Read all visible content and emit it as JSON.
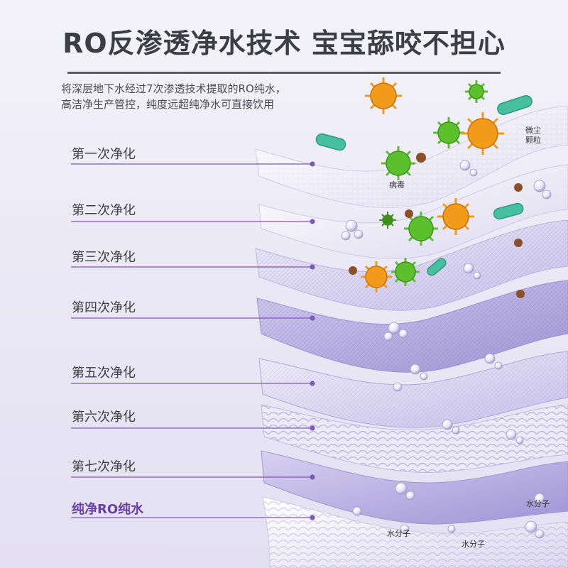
{
  "title": "RO反渗透净水技术 宝宝舔咬不担心",
  "description": [
    "将深层地下水经过7次渗透技术提取的RO纯水，",
    "高洁净生产管控，纯度远超纯净水可直接饮用"
  ],
  "stages": [
    "第一次净化",
    "第二次净化",
    "第三次净化",
    "第四次净化",
    "第五次净化",
    "第六次净化",
    "第七次净化",
    "纯净RO纯水"
  ],
  "labels": {
    "dust_line1": "微尘",
    "dust_line2": "颗粒",
    "virus": "病毒",
    "water1": "水分子",
    "water2": "水分子",
    "water3": "水分子"
  },
  "colors": {
    "accent": "#6a3fa8",
    "leader_line": "#7d5db3",
    "virus_green": "#5cc02c",
    "virus_orange": "#f29a1a",
    "bacteria_teal": "#46c0a0",
    "particle_brown": "#8a5028"
  }
}
